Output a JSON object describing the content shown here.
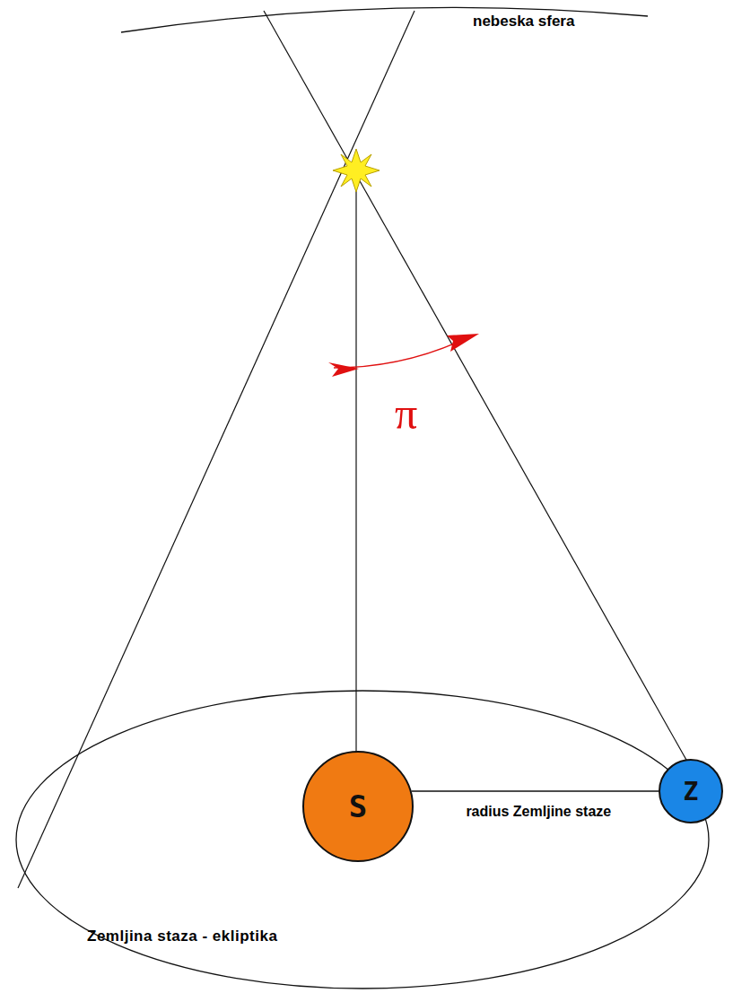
{
  "diagram": {
    "nodes": [
      {
        "text": [
          "S"
        ]
      },
      {
        "text": [
          "Z"
        ]
      }
    ],
    "edges": [
      {
        "from": 0,
        "to": 1,
        "arrow": "none",
        "label": "radius Zemljine staze"
      }
    ],
    "labels": [
      "nebeska sfera",
      "π",
      "Zemljina staza - ekliptika"
    ]
  }
}
